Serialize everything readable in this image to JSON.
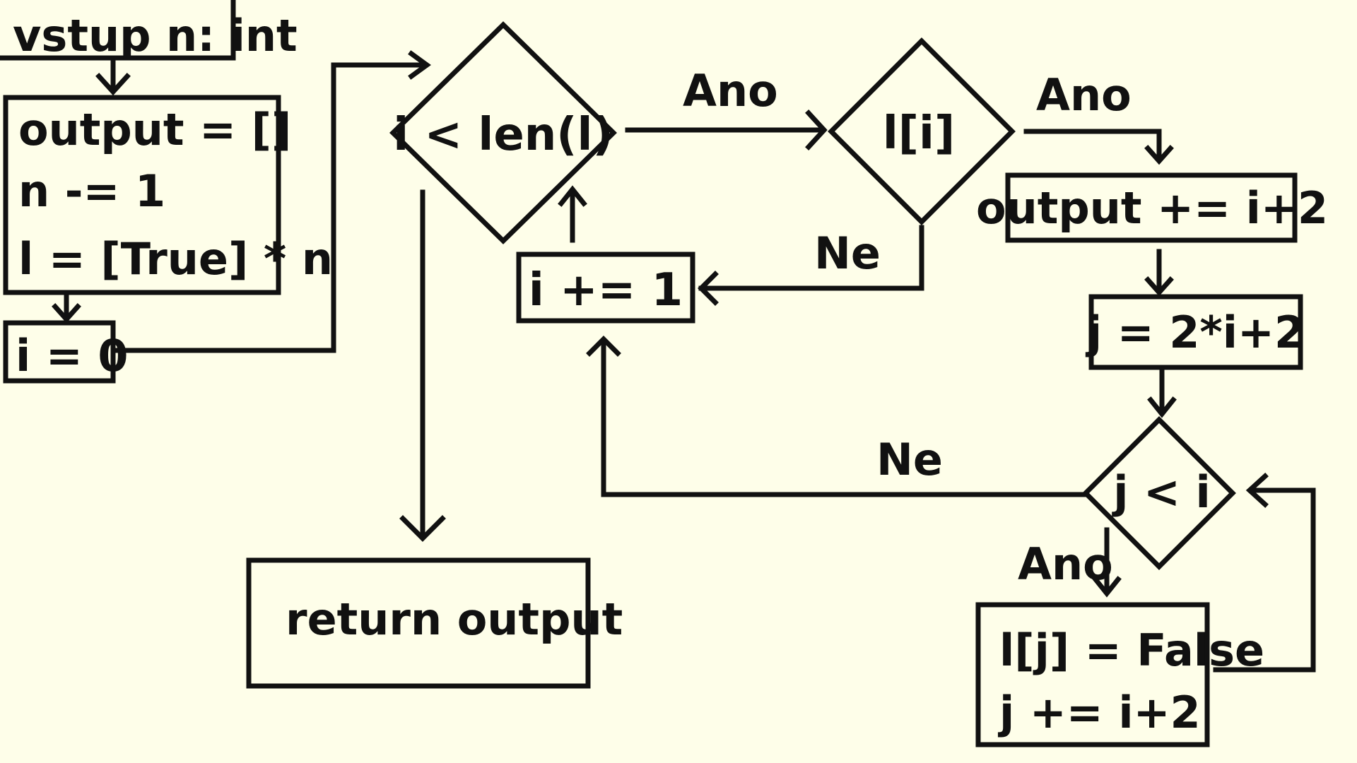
{
  "colors": {
    "background": "#fefee9",
    "ink": "#111111"
  },
  "input": {
    "text": "vstup n: int"
  },
  "init_block": {
    "lines": [
      "output = []",
      "n -= 1",
      "l = [True] * n"
    ]
  },
  "i_init": {
    "text": "i = 0"
  },
  "loop_condition": {
    "text": "i < len(l)"
  },
  "prime_check": {
    "text": "l[i]"
  },
  "increment_i": {
    "text": "i += 1"
  },
  "append_output": {
    "text": "output += i+2"
  },
  "set_j": {
    "text": "j = 2*i+2"
  },
  "inner_condition": {
    "text": "j < i"
  },
  "inner_body": {
    "lines": [
      "l[j] = False",
      "j += i+2"
    ]
  },
  "return_block": {
    "text": "return output"
  },
  "edge_labels": {
    "loop_yes": "Ano",
    "check_yes": "Ano",
    "check_no": "Ne",
    "inner_no": "Ne",
    "inner_yes": "Ano"
  }
}
